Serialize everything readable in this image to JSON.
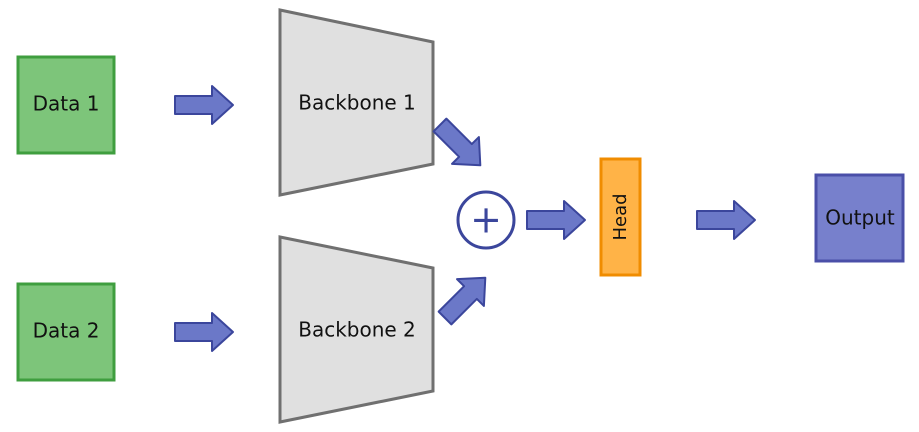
{
  "diagram": {
    "inputs": [
      {
        "label": "Data 1"
      },
      {
        "label": "Data 2"
      }
    ],
    "backbones": [
      {
        "label": "Backbone 1"
      },
      {
        "label": "Backbone 2"
      }
    ],
    "combine_symbol": "+",
    "head": {
      "label": "Head"
    },
    "output": {
      "label": "Output"
    }
  },
  "colors": {
    "input_fill": "#7dc57a",
    "input_stroke": "#3f9e3f",
    "backbone_fill": "#e0e0e0",
    "backbone_stroke": "#707070",
    "arrow_fill": "#6b78c8",
    "arrow_stroke": "#3b469c",
    "combine_stroke": "#3b469c",
    "head_fill": "#ffb347",
    "head_stroke": "#f08c00",
    "output_fill": "#7780cc",
    "output_stroke": "#4a4fa8"
  }
}
